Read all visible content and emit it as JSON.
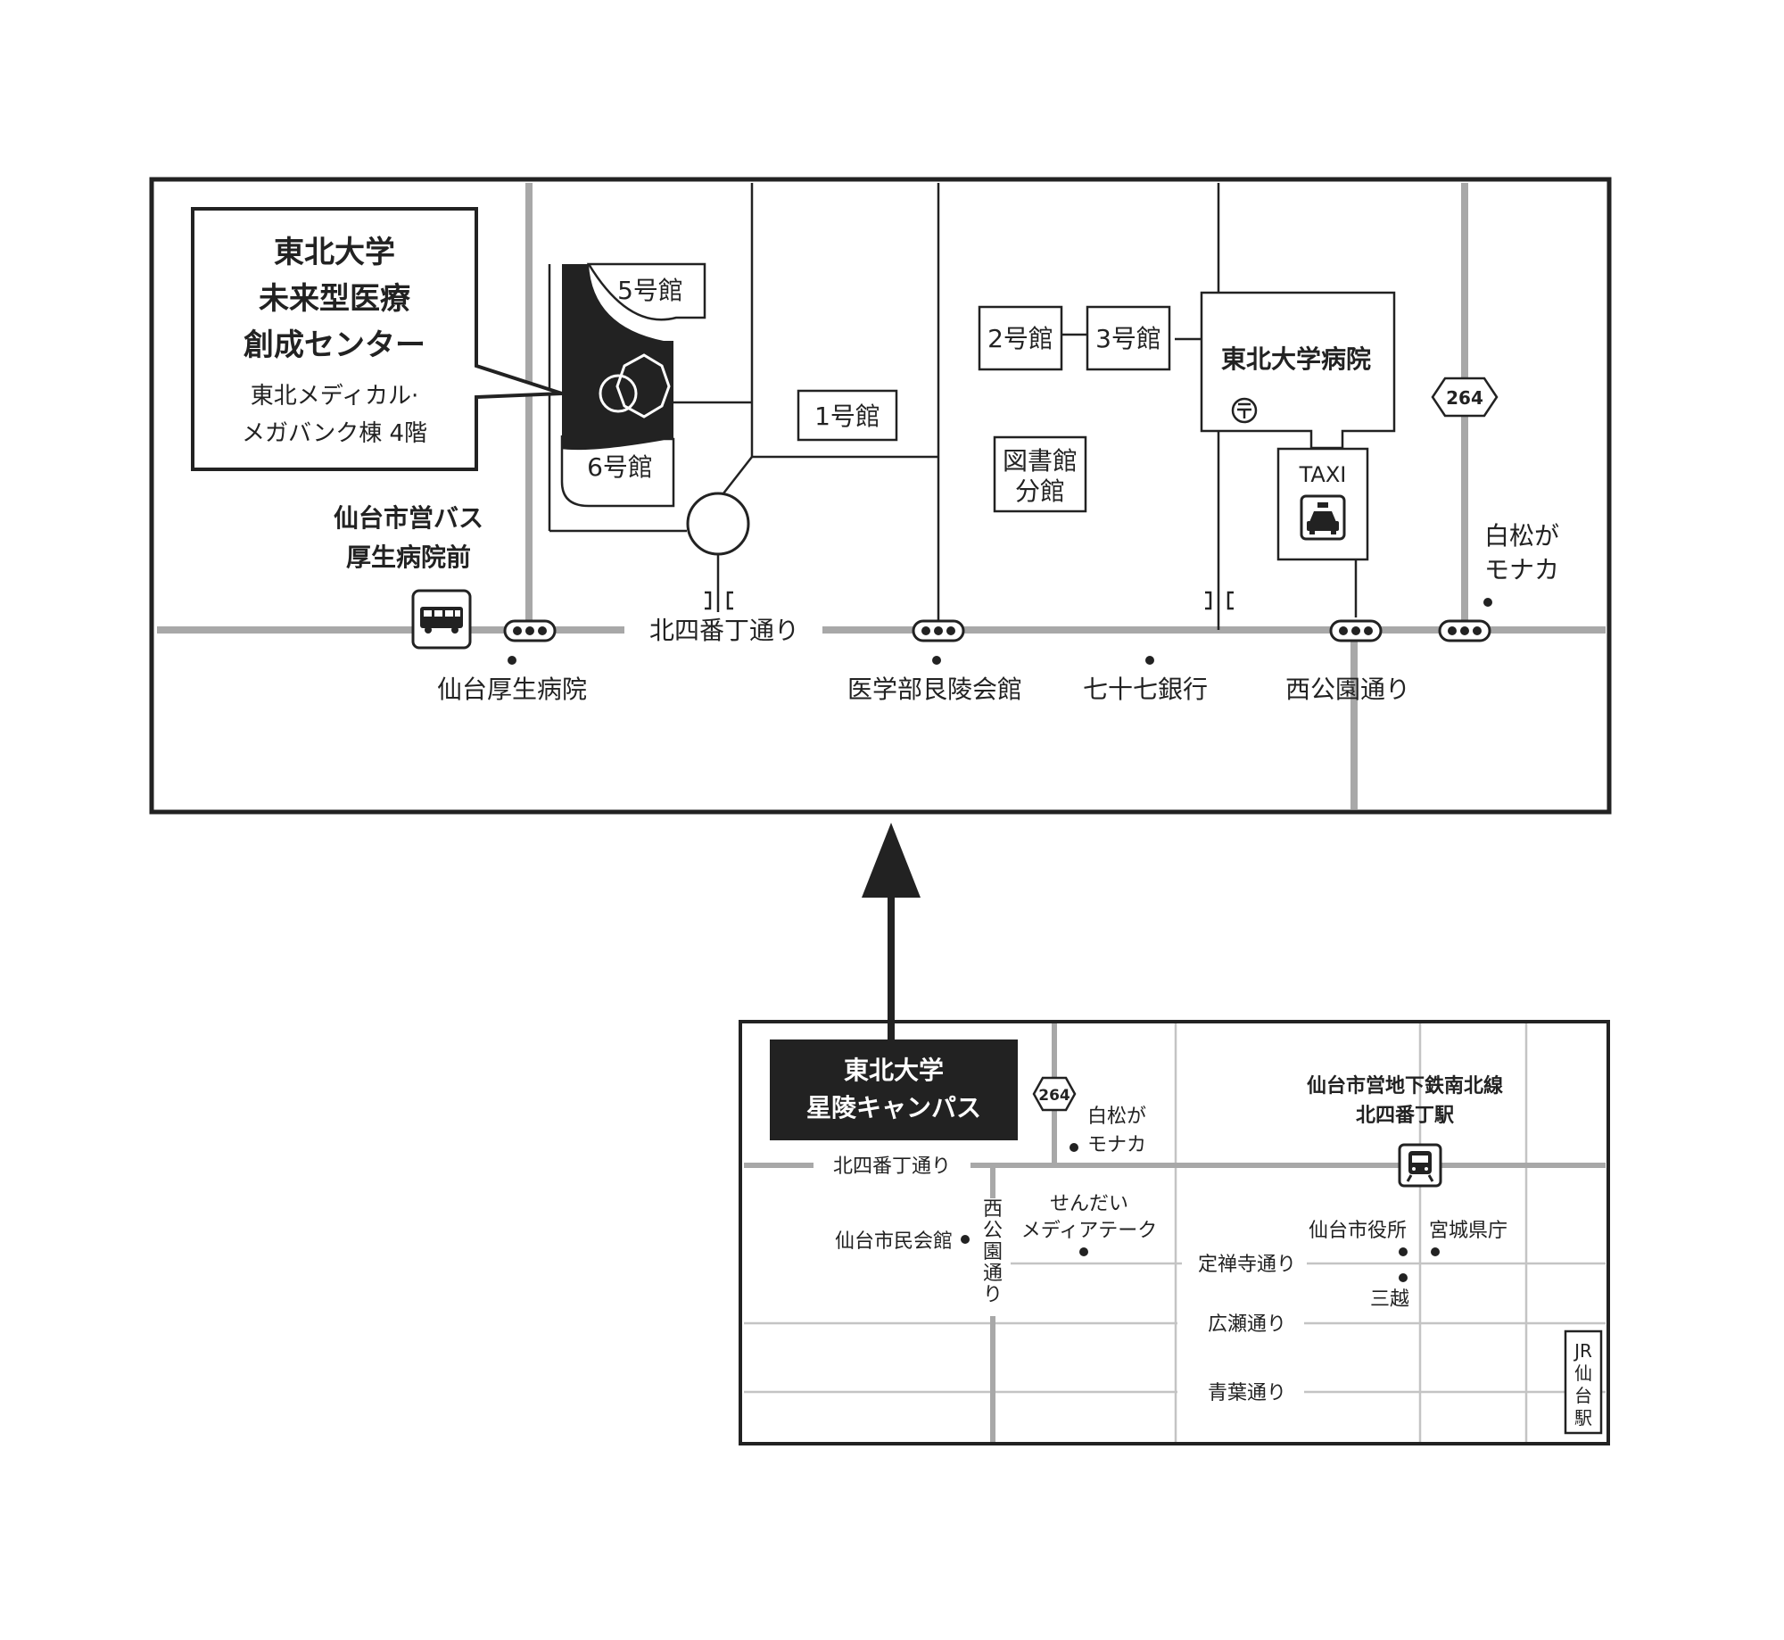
{
  "detail_map": {
    "callout": {
      "line1": "東北大学",
      "line2": "未来型医療",
      "line3": "創成センター",
      "line4": "東北メディカル·",
      "line5": "メガバンク棟 4階"
    },
    "buildings": {
      "b5": "5号館",
      "b6": "6号館",
      "b1": "1号館",
      "b2": "2号館",
      "b3": "3号館",
      "library_1": "図書館",
      "library_2": "分館",
      "hospital": "東北大学病院"
    },
    "taxi_label": "TAXI",
    "route_264": "264",
    "bus_stop_1": "仙台市営バス",
    "bus_stop_2": "厚生病院前",
    "street_main": "北四番丁通り",
    "landmarks": {
      "sendai_kousei": "仙台厚生病院",
      "igakubu": "医学部艮陵会館",
      "bank77": "七十七銀行",
      "nishikoen": "西公園通り",
      "shiramatsu_1": "白松が",
      "shiramatsu_2": "モナカ"
    }
  },
  "overview_map": {
    "campus_1": "東北大学",
    "campus_2": "星陵キャンパス",
    "route_264": "264",
    "shiramatsu_1": "白松が",
    "shiramatsu_2": "モナカ",
    "subway_1": "仙台市営地下鉄南北線",
    "subway_2": "北四番丁駅",
    "street_kitayon": "北四番丁通り",
    "nishikoen_v": [
      "西",
      "公",
      "園",
      "通",
      "り"
    ],
    "shiminkaikan": "仙台市民会館",
    "mediatheque_1": "せんだい",
    "mediatheque_2": "メディアテーク",
    "jozenji": "定禅寺通り",
    "hirose": "広瀬通り",
    "aoba": "青葉通り",
    "cityhall": "仙台市役所",
    "prefecture": "宮城県庁",
    "mitsukoshi": "三越",
    "jr_v": [
      "JR",
      "仙",
      "台",
      "駅"
    ]
  },
  "colors": {
    "ink": "#222222",
    "road": "#a8a8a8",
    "thin_road": "#bcbcbc",
    "label_box": "#222222",
    "label_text": "#ffffff"
  }
}
